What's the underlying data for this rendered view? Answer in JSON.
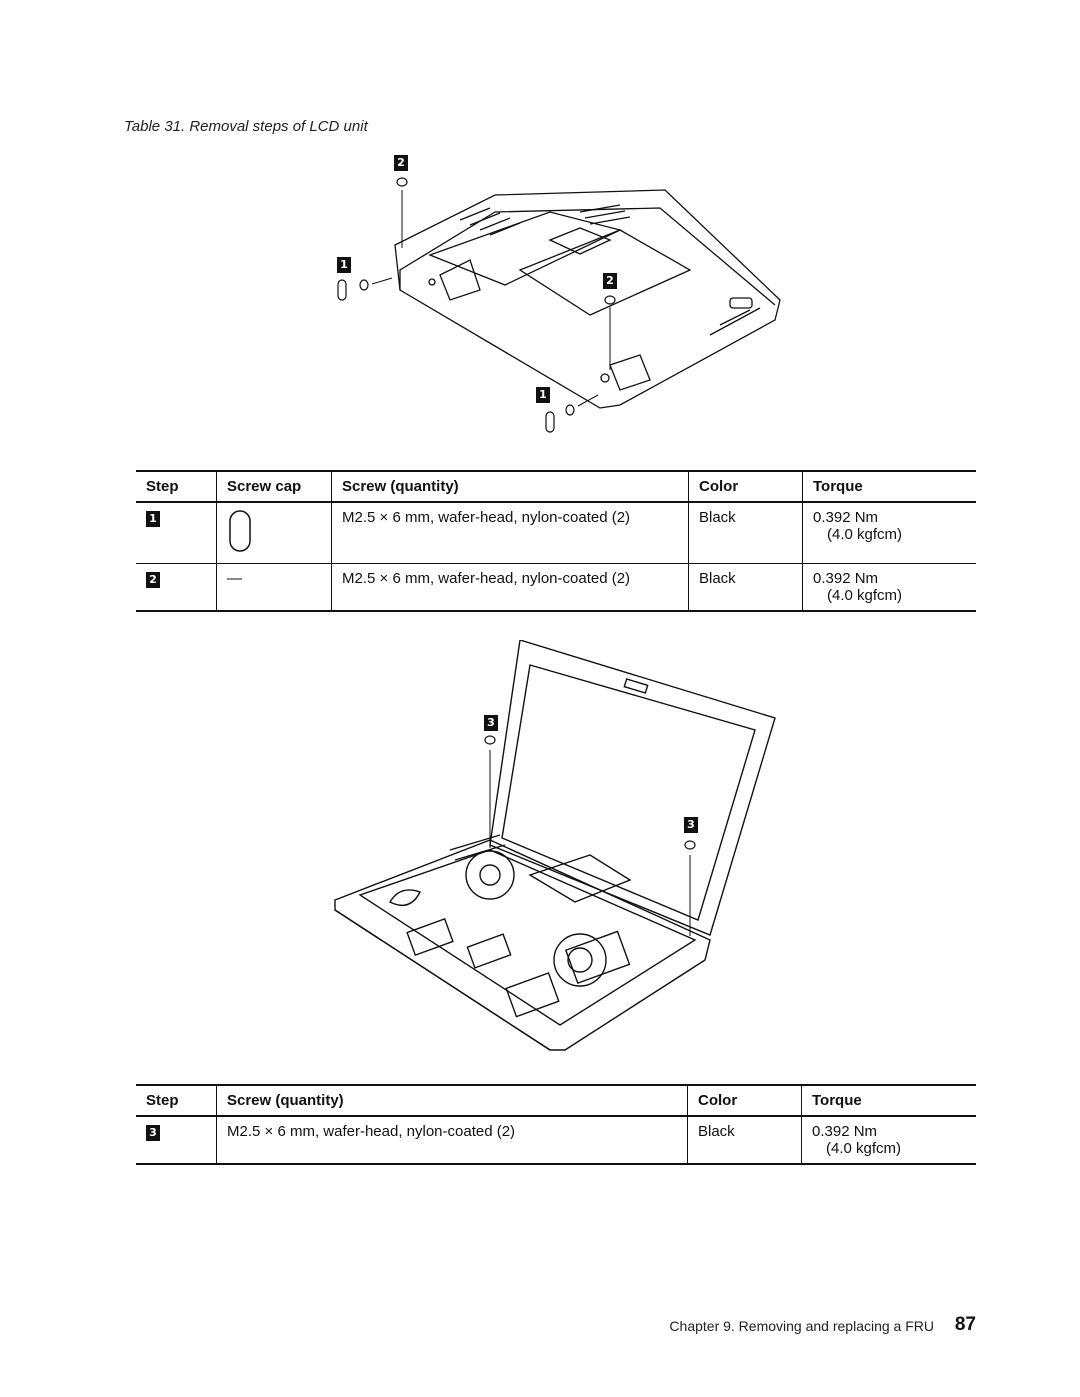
{
  "caption": "Table 31. Removal steps of LCD unit",
  "figure1": {
    "callouts": [
      "2",
      "1",
      "2",
      "1"
    ]
  },
  "table1": {
    "headers": [
      "Step",
      "Screw cap",
      "Screw (quantity)",
      "Color",
      "Torque"
    ],
    "rows": [
      {
        "step": "1",
        "cap_icon": "rubber-screw-cap-icon",
        "cap_text": "",
        "screw": "M2.5 × 6 mm, wafer-head, nylon-coated (2)",
        "color": "Black",
        "torque": "0.392 Nm",
        "torque_kgf": "(4.0 kgfcm)"
      },
      {
        "step": "2",
        "cap_icon": "",
        "cap_text": "—",
        "screw": "M2.5 × 6 mm, wafer-head, nylon-coated (2)",
        "color": "Black",
        "torque": "0.392 Nm",
        "torque_kgf": "(4.0 kgfcm)"
      }
    ]
  },
  "figure2": {
    "callouts": [
      "3",
      "3"
    ]
  },
  "table2": {
    "headers": [
      "Step",
      "Screw (quantity)",
      "Color",
      "Torque"
    ],
    "rows": [
      {
        "step": "3",
        "screw": "M2.5 × 6 mm, wafer-head, nylon-coated (2)",
        "color": "Black",
        "torque": "0.392 Nm",
        "torque_kgf": "(4.0 kgfcm)"
      }
    ]
  },
  "footer": {
    "text": "Chapter 9. Removing and replacing a FRU",
    "page": "87"
  }
}
